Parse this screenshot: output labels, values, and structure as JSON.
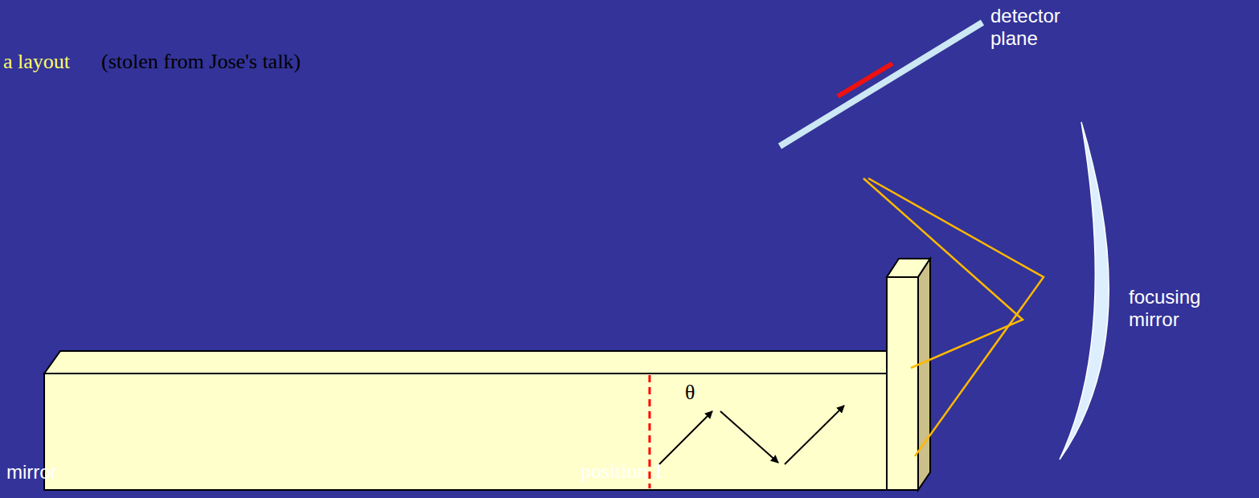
{
  "diagram": {
    "title": "a layout",
    "labels": [
      "(stolen from Jose's talk)",
      "detector plane",
      "focusing mirror",
      "mirror",
      "position 1",
      "θ"
    ]
  }
}
